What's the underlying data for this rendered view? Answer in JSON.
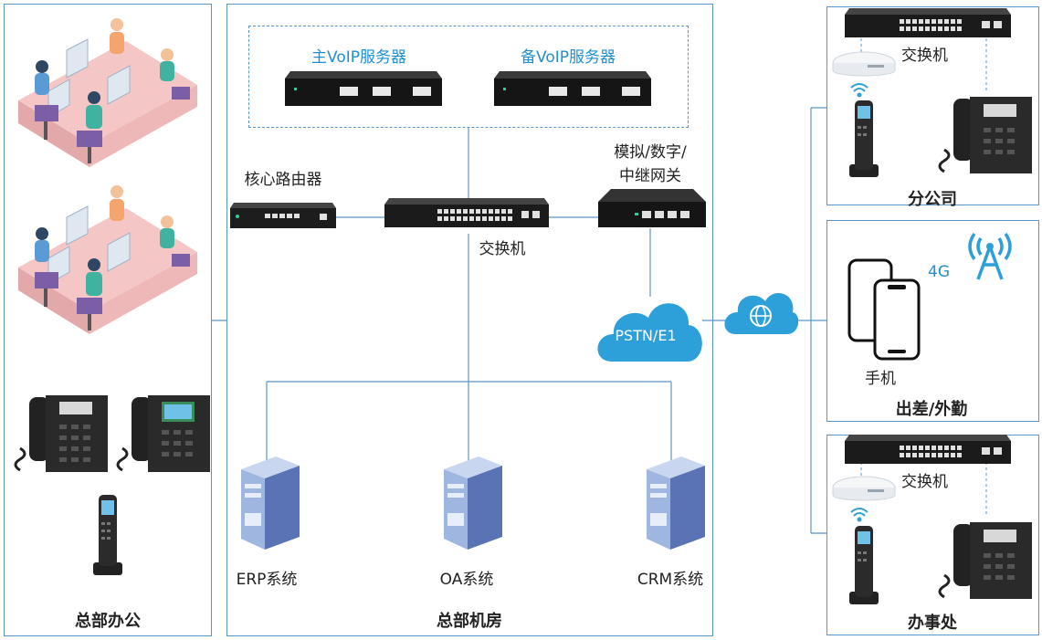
{
  "hq_office": {
    "label": "总部办公"
  },
  "server_room": {
    "label": "总部机房",
    "primary_voip": "主VoIP服务器",
    "backup_voip": "备VoIP服务器",
    "core_router": "核心路由器",
    "switch": "交换机",
    "gateway_line1": "模拟/数字/",
    "gateway_line2": "中继网关",
    "pstn": "PSTN/E1",
    "erp": "ERP系统",
    "oa": "OA系统",
    "crm": "CRM系统"
  },
  "branch": {
    "label": "分公司",
    "switch": "交换机"
  },
  "mobile": {
    "label": "出差/外勤",
    "phone": "手机",
    "network": "4G"
  },
  "office": {
    "label": "办事处",
    "switch": "交换机"
  }
}
